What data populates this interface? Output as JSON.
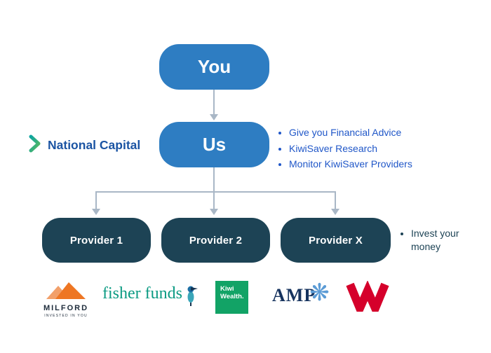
{
  "diagram": {
    "nodes": {
      "you": "You",
      "us": "Us",
      "provider1": "Provider 1",
      "provider2": "Provider 2",
      "providerx": "Provider X"
    },
    "us_bullets": [
      "Give you Financial Advice",
      "KiwiSaver Research",
      "Monitor KiwiSaver Providers"
    ],
    "provider_bullet": "Invest your money",
    "colors": {
      "node_blue": "#2e7dc2",
      "node_dark": "#1d4355",
      "connector": "#a9b7c6",
      "bullet_blue": "#2057c8",
      "bullet_dark": "#1d4355"
    }
  },
  "brand": {
    "name": "National Capital"
  },
  "logos": {
    "milford": {
      "name": "MILFORD",
      "tagline": "INVESTED IN YOU"
    },
    "fisher_funds": {
      "name": "fisher funds"
    },
    "kiwi_wealth": {
      "line1": "Kiwi",
      "line2": "Wealth."
    },
    "amp": {
      "name": "AMP"
    }
  },
  "icons": {
    "national_capital_chevron": "double-chevron-right",
    "milford_mountain": "mountain-peaks",
    "fisher_kingfisher": "kingfisher-bird",
    "amp_snowflake": "snowflake-burst",
    "westpac_w": "red-w"
  }
}
